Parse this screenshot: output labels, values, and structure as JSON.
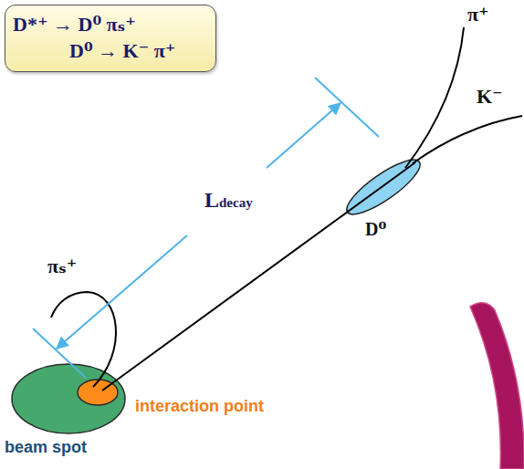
{
  "diagram": {
    "nodes": [
      {
        "text": [
          "D*⁺ → D⁰ πₛ⁺",
          "D⁰ → K⁻ π⁺"
        ]
      }
    ],
    "labels": [
      "π⁺",
      "K⁻",
      "Ldecay",
      "D⁰",
      "πₛ⁺",
      "interaction point",
      "beam spot"
    ]
  }
}
